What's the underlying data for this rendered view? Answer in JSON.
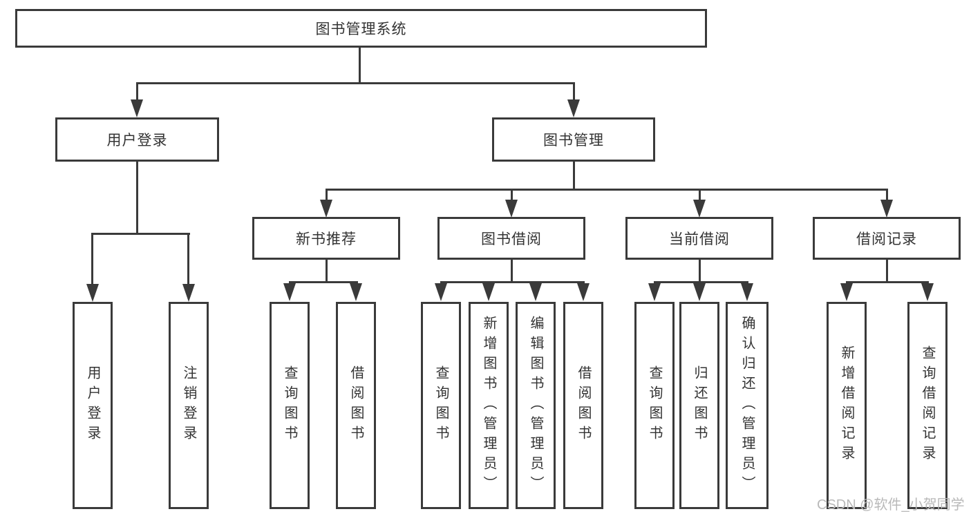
{
  "nodes": {
    "root": "图书管理系统",
    "level2": [
      "用户登录",
      "图书管理"
    ],
    "level3": [
      "新书推荐",
      "图书借阅",
      "当前借阅",
      "借阅记录"
    ],
    "leaves": {
      "user_login": [
        "用户登录",
        "注销登录"
      ],
      "new_book_recommendation": [
        "查询图书",
        "借阅图书"
      ],
      "book_borrowing": [
        "查询图书",
        "新增图书（管理员）",
        "编辑图书（管理员）",
        "借阅图书"
      ],
      "current_borrowing": [
        "查询图书",
        "归还图书",
        "确认归还（管理员）"
      ],
      "borrowing_records": [
        "新增借阅记录",
        "查询借阅记录"
      ]
    }
  },
  "watermark": "CSDN @软件_小贺同学",
  "colors": {
    "line": "#3a3a3a",
    "text": "#333333",
    "background": "#ffffff",
    "watermark": "#b9b9b9"
  }
}
